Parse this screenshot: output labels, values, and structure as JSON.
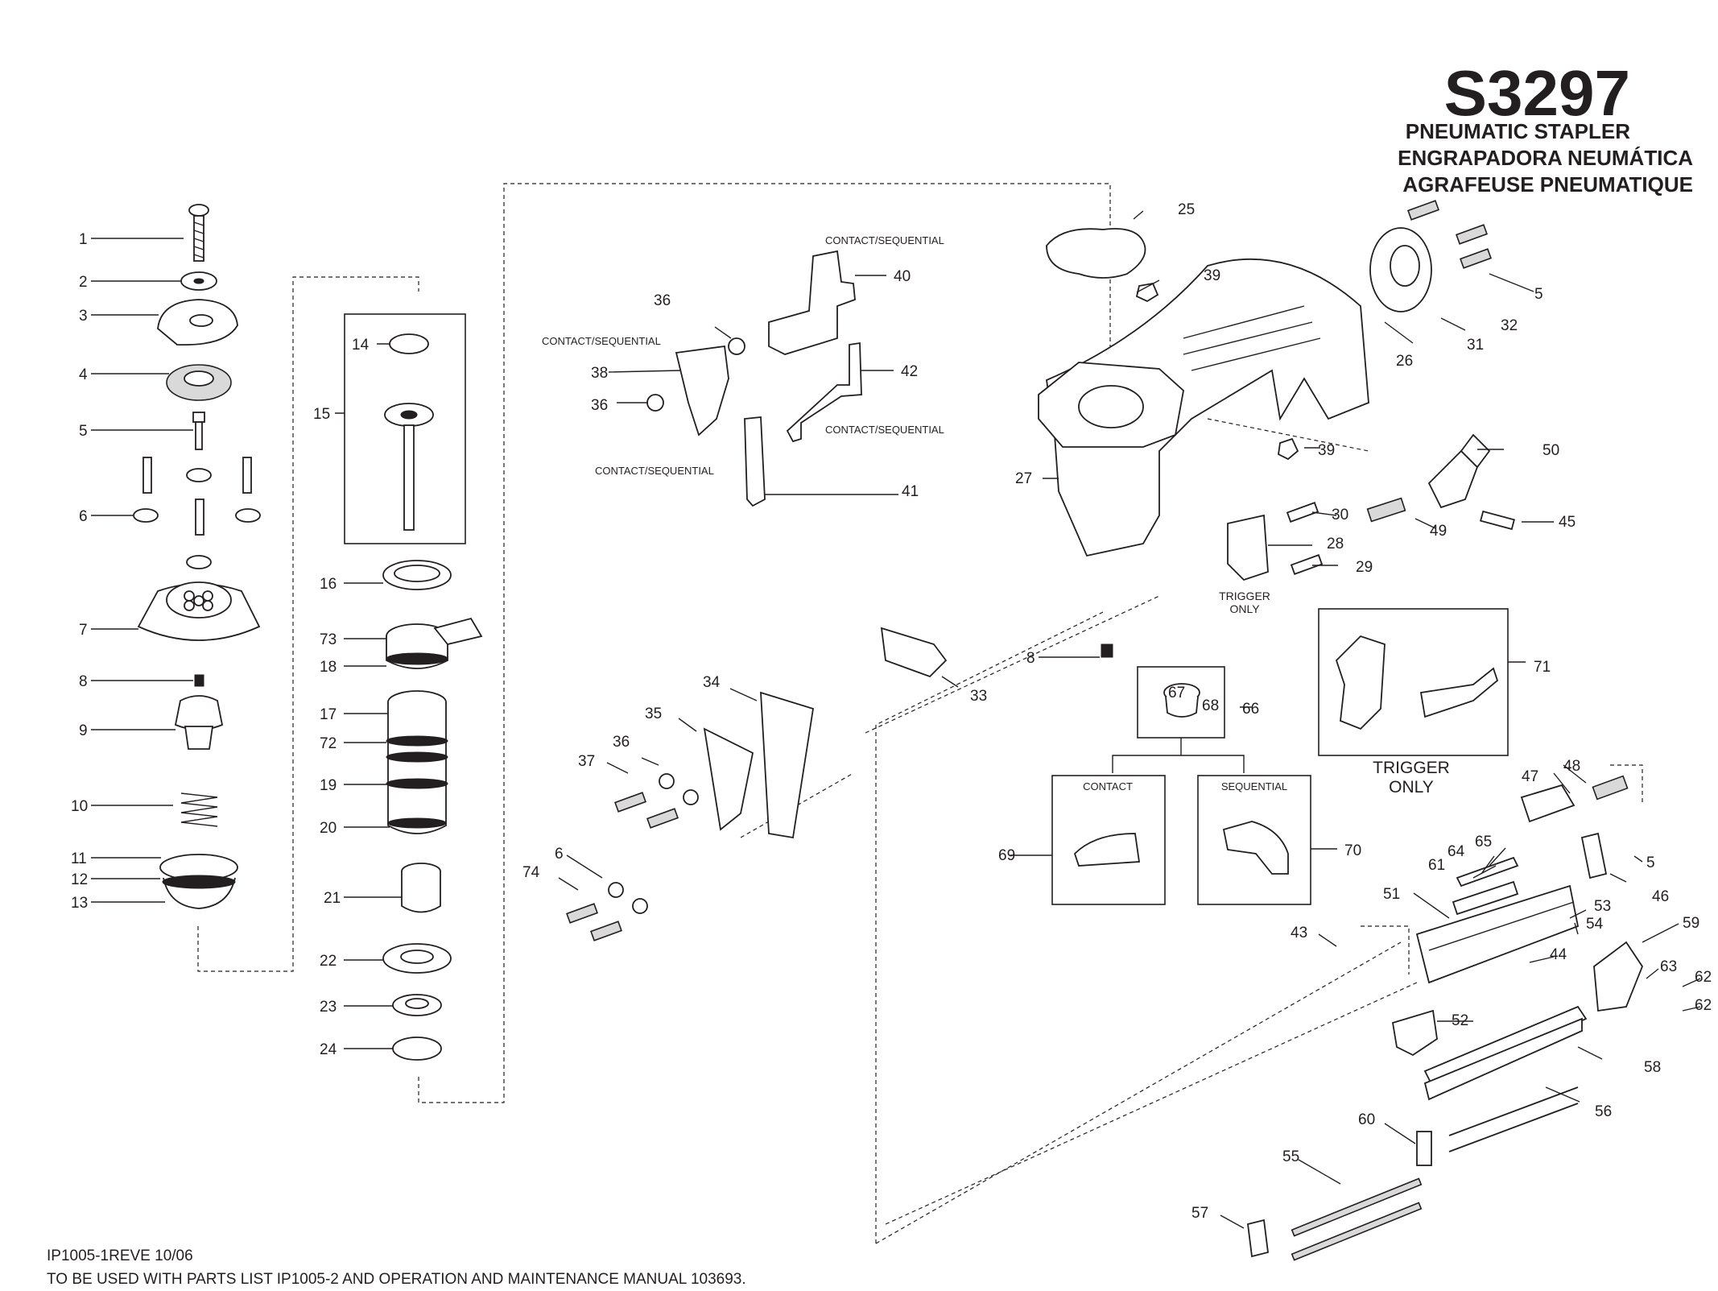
{
  "title": {
    "model": "S3297",
    "names": [
      "PNEUMATIC STAPLER",
      "ENGRAPADORA NEUMÁTICA",
      "AGRAFEUSE PNEUMATIQUE"
    ]
  },
  "footer": {
    "doc_id": "IP1005-1REVE 10/06",
    "note": "TO BE USED WITH PARTS LIST IP1005-2 AND OPERATION AND MAINTENANCE MANUAL 103693."
  },
  "captions": {
    "contact_sequential": "CONTACT/SEQUENTIAL",
    "trigger_only": [
      "TRIGGER",
      "ONLY"
    ],
    "contact": "CONTACT",
    "sequential": "SEQUENTIAL"
  },
  "callouts": [
    "1",
    "2",
    "3",
    "4",
    "5",
    "6",
    "7",
    "8",
    "9",
    "10",
    "11",
    "12",
    "13",
    "14",
    "15",
    "16",
    "73",
    "18",
    "17",
    "72",
    "19",
    "20",
    "21",
    "22",
    "23",
    "24",
    "36",
    "38",
    "36",
    "41",
    "40",
    "42",
    "25",
    "39",
    "26",
    "31",
    "32",
    "5",
    "27",
    "39",
    "30",
    "28",
    "29",
    "50",
    "49",
    "45",
    "8",
    "67",
    "68",
    "66",
    "71",
    "69",
    "70",
    "34",
    "35",
    "36",
    "37",
    "33",
    "6",
    "74",
    "48",
    "47",
    "5",
    "46",
    "65",
    "64",
    "61",
    "51",
    "53",
    "54",
    "59",
    "43",
    "44",
    "63",
    "62",
    "62",
    "52",
    "58",
    "56",
    "60",
    "55",
    "57"
  ]
}
